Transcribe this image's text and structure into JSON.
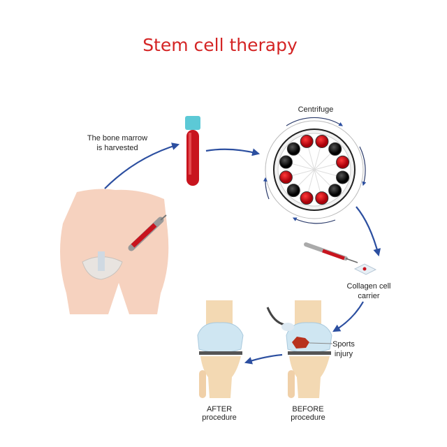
{
  "title": "Stem cell therapy",
  "labels": {
    "bone_marrow": [
      "The bone marrow",
      "is harvested"
    ],
    "centrifuge": "Centrifuge",
    "collagen": [
      "Collagen cell",
      "carrier"
    ],
    "sports_injury": [
      "Sports",
      "injury"
    ],
    "after": [
      "AFTER",
      "procedure"
    ],
    "before": [
      "BEFORE",
      "procedure"
    ]
  },
  "colors": {
    "title": "#d42424",
    "arrow": "#2c4fa0",
    "blood": "#c8141e",
    "skin": "#f6d2bf",
    "cartilage": "#cfe6f2",
    "bone": "#f3d9b3"
  }
}
